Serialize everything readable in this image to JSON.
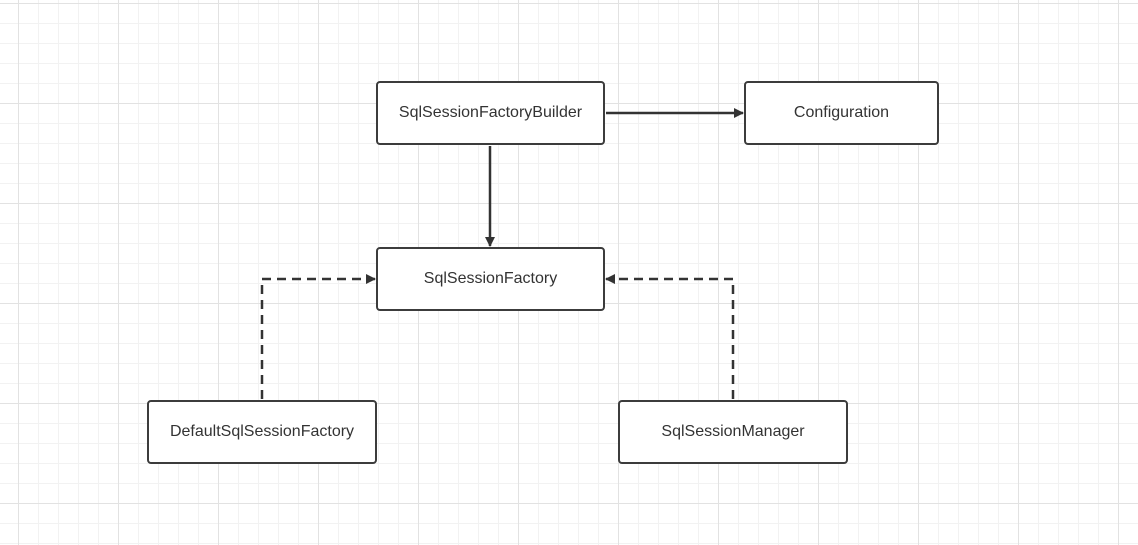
{
  "diagram": {
    "nodes": {
      "builder": "SqlSessionFactoryBuilder",
      "configuration": "Configuration",
      "factory": "SqlSessionFactory",
      "default_factory": "DefaultSqlSessionFactory",
      "manager": "SqlSessionManager"
    },
    "edges": [
      {
        "from": "builder",
        "to": "configuration",
        "style": "solid"
      },
      {
        "from": "builder",
        "to": "factory",
        "style": "solid"
      },
      {
        "from": "default_factory",
        "to": "factory",
        "style": "dashed"
      },
      {
        "from": "manager",
        "to": "factory",
        "style": "dashed"
      }
    ],
    "colors": {
      "stroke": "#333333",
      "node_border": "#3c3c3c",
      "text": "#333333",
      "background": "#ffffff",
      "grid_major": "#e2e2e2",
      "grid_minor": "#f2f2f2"
    }
  }
}
